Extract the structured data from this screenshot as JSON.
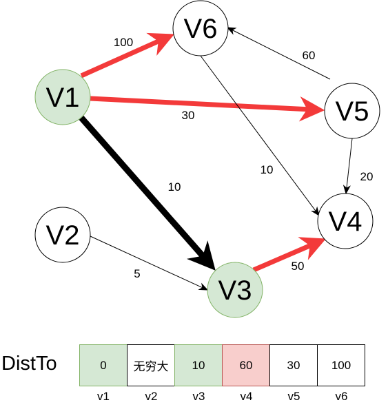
{
  "nodes": [
    {
      "id": "V1",
      "label": "V1",
      "fill": "#d5e8d4",
      "stroke": "#82b366"
    },
    {
      "id": "V2",
      "label": "V2",
      "fill": "#ffffff",
      "stroke": "#000000"
    },
    {
      "id": "V3",
      "label": "V3",
      "fill": "#d5e8d4",
      "stroke": "#82b366"
    },
    {
      "id": "V4",
      "label": "V4",
      "fill": "#ffffff",
      "stroke": "#000000"
    },
    {
      "id": "V5",
      "label": "V5",
      "fill": "#ffffff",
      "stroke": "#000000"
    },
    {
      "id": "V6",
      "label": "V6",
      "fill": "#ffffff",
      "stroke": "#000000"
    }
  ],
  "edges": [
    {
      "from": "V1",
      "to": "V6",
      "weight": "100",
      "style": "red"
    },
    {
      "from": "V1",
      "to": "V5",
      "weight": "30",
      "style": "red"
    },
    {
      "from": "V1",
      "to": "V3",
      "weight": "10",
      "style": "black-thick"
    },
    {
      "from": "V2",
      "to": "V3",
      "weight": "5",
      "style": "thin"
    },
    {
      "from": "V3",
      "to": "V4",
      "weight": "50",
      "style": "red"
    },
    {
      "from": "V5",
      "to": "V6",
      "weight": "60",
      "style": "thin"
    },
    {
      "from": "V5",
      "to": "V4",
      "weight": "20",
      "style": "thin"
    },
    {
      "from": "V6",
      "to": "V4",
      "weight": "10",
      "style": "thin"
    }
  ],
  "colors": {
    "red_edge": "#f33a3a",
    "black_edge": "#000000",
    "visited_fill": "#d5e8d4",
    "visited_stroke": "#82b366",
    "pending_fill": "#f8cecc",
    "pending_stroke": "#b85450"
  },
  "dist_to": {
    "label": "DistTo",
    "cells": [
      {
        "index": "v1",
        "value": "0",
        "state": "visited"
      },
      {
        "index": "v2",
        "value": "无穷大",
        "state": "normal"
      },
      {
        "index": "v3",
        "value": "10",
        "state": "visited"
      },
      {
        "index": "v4",
        "value": "60",
        "state": "pending"
      },
      {
        "index": "v5",
        "value": "30",
        "state": "normal"
      },
      {
        "index": "v6",
        "value": "100",
        "state": "normal"
      }
    ]
  }
}
